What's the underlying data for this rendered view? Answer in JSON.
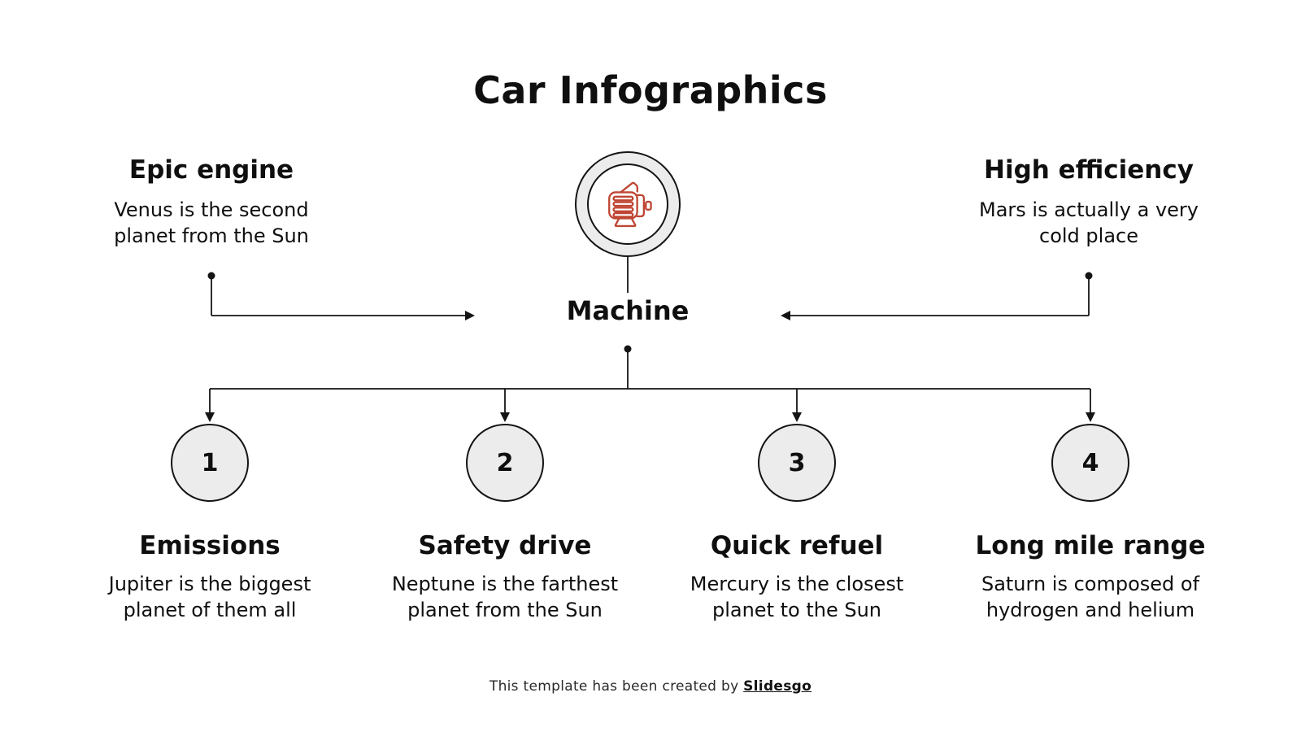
{
  "slide": {
    "title": "Car Infographics",
    "hub": {
      "label": "Machine",
      "icon": "engine-icon"
    },
    "side_notes": [
      {
        "title": "Epic engine",
        "body": "Venus is the second\nplanet from the Sun"
      },
      {
        "title": "High efficiency",
        "body": "Mars is actually a very\ncold place"
      }
    ],
    "branches": [
      {
        "number": "1",
        "title": "Emissions",
        "body": "Jupiter is the biggest\nplanet of them all"
      },
      {
        "number": "2",
        "title": "Safety drive",
        "body": "Neptune is the farthest\nplanet from the Sun"
      },
      {
        "number": "3",
        "title": "Quick refuel",
        "body": "Mercury is the closest\nplanet to the Sun"
      },
      {
        "number": "4",
        "title": "Long mile range",
        "body": "Saturn is composed of\nhydrogen and helium"
      }
    ],
    "footer": {
      "text": "This template has been created by ",
      "link_label": "Slidesgo"
    },
    "colors": {
      "accent": "#BF4633",
      "node_fill": "#ECECEC",
      "line": "#141414",
      "text": "#0F0F0F"
    }
  }
}
